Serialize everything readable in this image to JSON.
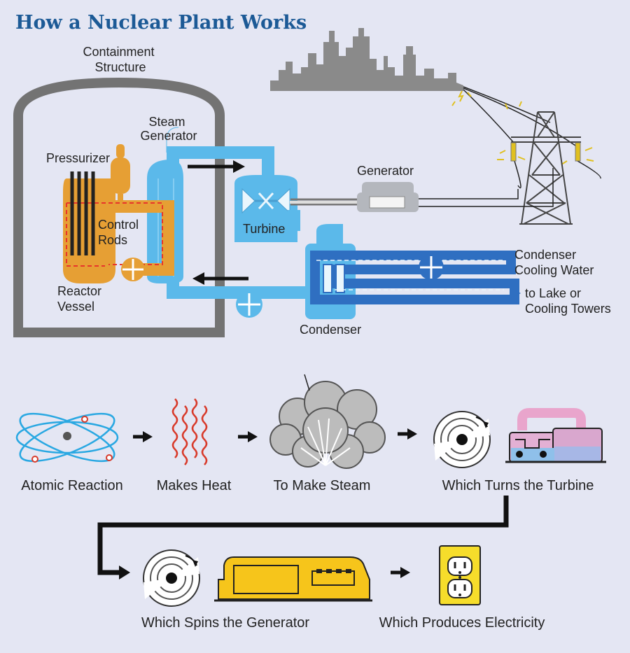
{
  "title": "How a Nuclear Plant Works",
  "labels": {
    "containment": [
      "Containment",
      "Structure"
    ],
    "steam_generator": [
      "Steam",
      "Generator"
    ],
    "pressurizer": "Pressurizer",
    "control_rods": [
      "Control",
      "Rods"
    ],
    "reactor_vessel": [
      "Reactor",
      "Vessel"
    ],
    "turbine": "Turbine",
    "generator": "Generator",
    "condenser": "Condenser",
    "condenser_cooling": [
      "Condenser",
      "Cooling Water"
    ],
    "lake": [
      "to Lake or",
      "Cooling Towers"
    ]
  },
  "steps": [
    "Atomic Reaction",
    "Makes Heat",
    "To Make Steam",
    "Which Turns the Turbine",
    "Which Spins the Generator",
    "Which Produces Electricity"
  ],
  "colors": {
    "background": "#e4e6f3",
    "title": "#1c5a96",
    "containment": "#737373",
    "reactor": "#e69f34",
    "steam": "#5bb9ea",
    "cooling": "#2f6fc1",
    "red_loop": "#e8352b",
    "outlet": "#f6dd2b"
  }
}
